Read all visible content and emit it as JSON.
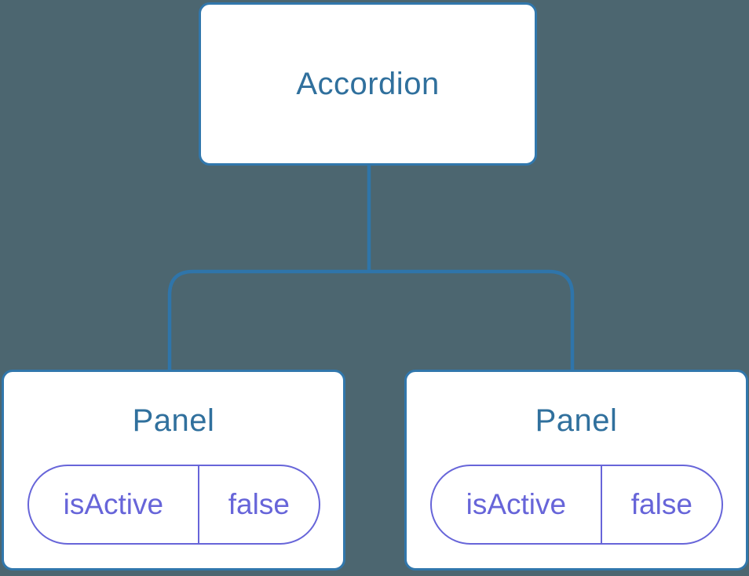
{
  "colors": {
    "background": "#4c6670",
    "node_fill": "#ffffff",
    "node_border": "#3177ac",
    "node_label": "#30709d",
    "connector": "#2f75aa",
    "prop_accent": "#6765d9"
  },
  "tree": {
    "root_label": "Accordion",
    "children": [
      {
        "label": "Panel",
        "props": [
          {
            "name": "isActive",
            "value": "false"
          }
        ]
      },
      {
        "label": "Panel",
        "props": [
          {
            "name": "isActive",
            "value": "false"
          }
        ]
      }
    ]
  }
}
